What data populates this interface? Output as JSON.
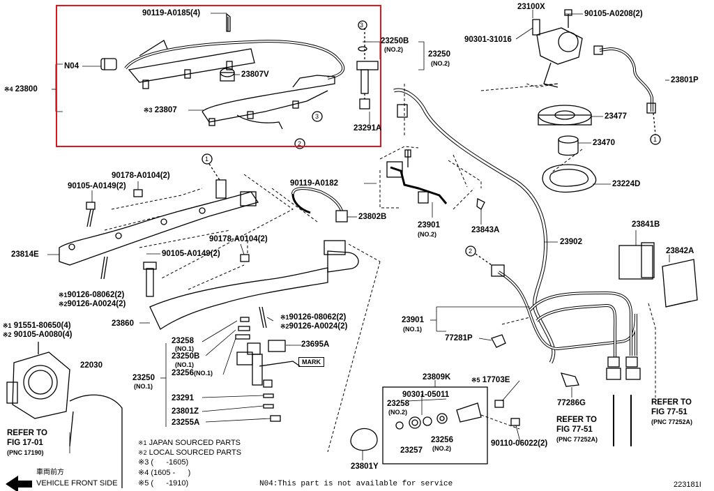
{
  "diagram": {
    "id": "223181I",
    "highlight_color": "#e0161d",
    "parts": {
      "p90119_A0185": "90119-A0185(4)",
      "n04": "N04",
      "p23800": "23800",
      "p23800_mark": "※4",
      "p23807V": "23807V",
      "p23807": "23807",
      "p23807_mark": "※3",
      "p23250B_top": "23250B",
      "p23250B_top_sub": "(NO.2)",
      "p23250_top": "23250",
      "p23250_top_sub": "(NO.2)",
      "p23291A": "23291A",
      "p23100X": "23100X",
      "p90105_A0208": "90105-A0208(2)",
      "p90301_31016": "90301-31016",
      "p23801P": "23801P",
      "p23477": "23477",
      "p23470": "23470",
      "p23224D": "23224D",
      "p90178_A0104_a": "90178-A0104(2)",
      "p90105_A0149_a": "90105-A0149(2)",
      "p90119_A0182": "90119-A0182",
      "p23802B": "23802B",
      "p23901_2": "23901",
      "p23901_2_sub": "(NO.2)",
      "p23843A": "23843A",
      "p23902": "23902",
      "p23841B": "23841B",
      "p23842A": "23842A",
      "p23814E": "23814E",
      "p90178_A0104_b": "90178-A0104(2)",
      "p90105_A0149_b": "90105-A0149(2)",
      "p90126_08062_a": "90126-08062(2)",
      "p90126_A0024_a": "90126-A0024(2)",
      "p90126_08062_b": "90126-08062(2)",
      "p90126_A0024_b": "90126-A0024(2)",
      "p23860": "23860",
      "p91551_80650": "91551-80650(4)",
      "p90105_A0080": "90105-A0080(4)",
      "p22030": "22030",
      "p23258": "23258",
      "p23258_sub": "(NO.1)",
      "p23250B": "23250B",
      "p23250B_sub": "(NO.1)",
      "p23256": "23256",
      "p23256_sub": "(NO.1)",
      "p23695A": "23695A",
      "mark": "MARK",
      "p23250": "23250",
      "p23250_sub": "(NO.1)",
      "p23291": "23291",
      "p23801Z": "23801Z",
      "p23255A": "23255A",
      "p23901_1": "23901",
      "p23901_1_sub": "(NO.1)",
      "p77281P": "77281P",
      "p23809K": "23809K",
      "p90301_05011": "90301-05011",
      "p17703E": "17703E",
      "p17703E_mark": "※5",
      "p23258_2": "23258",
      "p23258_2_sub": "(NO.2)",
      "p23256_2": "23256",
      "p23256_2_sub": "(NO.2)",
      "p23257": "23257",
      "p90110_06022": "90110-06022(2)",
      "p77286G": "77286G",
      "p23801Y": "23801Y",
      "mark1": "※1",
      "mark2": "※2",
      "circle1": "1",
      "circle2": "2",
      "circle3": "3"
    },
    "refs": {
      "fig17_line1": "REFER TO",
      "fig17_line2": "FIG 17-01",
      "fig17_line3": "(PNC 17190)",
      "fig77a_line1": "REFER TO",
      "fig77a_line2": "FIG 77-51",
      "fig77a_line3": "(PNC 77252A)",
      "fig77b_line1": "REFER TO",
      "fig77b_line2": "FIG 77-51",
      "fig77b_line3": "(PNC 77252A)"
    },
    "legend": {
      "l1_mark": "※1",
      "l1_text": "JAPAN SOURCED PARTS",
      "l2_mark": "※2",
      "l2_text": "LOCAL SOURCED PARTS",
      "l3": "※3 (      -1605)",
      "l4": "※4 (1605 -      )",
      "l5": "※5 (      -1910)"
    },
    "front": {
      "jp": "車両前方",
      "en": "VEHICLE FRONT SIDE"
    },
    "footnote": "N04:This part is not available for service"
  }
}
